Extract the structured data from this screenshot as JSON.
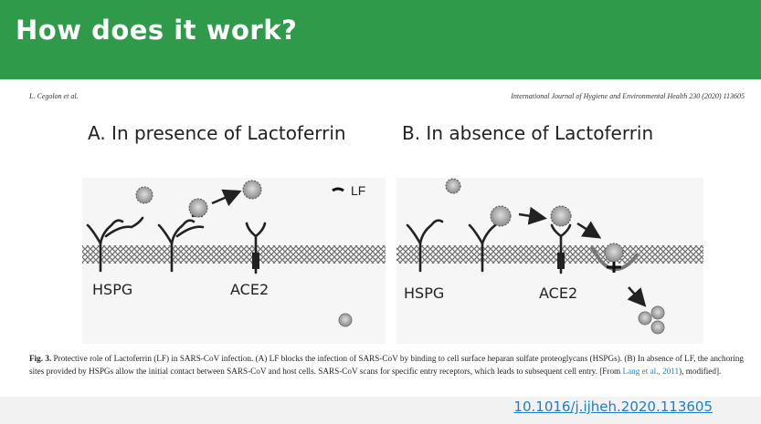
{
  "header": {
    "title": "How does it work?",
    "bg_color": "#2e9a4a"
  },
  "article": {
    "authors": "L. Cegolon et al.",
    "journal": "International Journal of Hygiene and Environmental Health 230 (2020) 113605"
  },
  "figure": {
    "panel_a": {
      "title": "A. In presence of Lactoferrin",
      "hspg_label": "HSPG",
      "ace2_label": "ACE2",
      "lf_label": "LF"
    },
    "panel_b": {
      "title": "B. In absence of Lactoferrin",
      "hspg_label": "HSPG",
      "ace2_label": "ACE2"
    }
  },
  "caption": {
    "fig_label": "Fig. 3.",
    "text_1": " Protective role of Lactoferrin (LF) in SARS-CoV infection. (A) LF blocks the infection of SARS-CoV by binding to cell surface heparan sulfate proteoglycans (HSPGs). (B) In absence of LF, the anchoring sites provided by HSPGs allow the initial contact between SARS-CoV and host cells. SARS-CoV scans for specific entry receptors, which leads to subsequent cell entry. [From ",
    "link_text": "Lang et al., 2011",
    "text_2": "), modified]."
  },
  "footer": {
    "doi": "10.1016/j.ijheh.2020.113605"
  }
}
